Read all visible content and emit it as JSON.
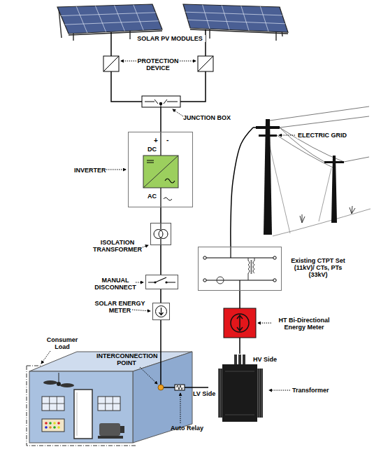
{
  "diagram": {
    "nodes": [
      {
        "text": [
          "SOLAR PV MODULES"
        ]
      },
      {
        "text": [
          "PROTECTION DEVICE"
        ]
      },
      {
        "text": [
          "JUNCTION BOX"
        ]
      },
      {
        "text": [
          "INVERTER",
          "+",
          "-",
          "DC",
          "AC"
        ]
      },
      {
        "text": [
          "ISOLATION TRANSFORMER"
        ]
      },
      {
        "text": [
          "MANUAL DISCONNECT"
        ]
      },
      {
        "text": [
          "SOLAR ENERGY METER"
        ]
      },
      {
        "text": [
          "ELECTRIC GRID"
        ]
      },
      {
        "text": [
          "Existing CTPT Set (11kV)/ CTs, PTs (33kV)"
        ]
      },
      {
        "text": [
          "HT Bi-Directional Energy Meter"
        ]
      },
      {
        "text": [
          "HV Side",
          "Transformer",
          "LV Side"
        ]
      },
      {
        "text": [
          "Consumer Load",
          "INTERCONNECTION POINT",
          "Auto Relay"
        ]
      }
    ],
    "edges": [
      {
        "from": 0,
        "to": 1,
        "arrow": "none"
      },
      {
        "from": 1,
        "to": 2,
        "arrow": "none"
      },
      {
        "from": 2,
        "to": 3,
        "arrow": "none"
      },
      {
        "from": 3,
        "to": 4,
        "arrow": "none"
      },
      {
        "from": 4,
        "to": 5,
        "arrow": "none"
      },
      {
        "from": 5,
        "to": 6,
        "arrow": "none"
      },
      {
        "from": 6,
        "to": 11,
        "arrow": "none"
      },
      {
        "from": 7,
        "to": 8,
        "arrow": "none"
      },
      {
        "from": 8,
        "to": 9,
        "arrow": "none"
      },
      {
        "from": 9,
        "to": 10,
        "arrow": "none"
      },
      {
        "from": 10,
        "to": 11,
        "arrow": "none"
      }
    ]
  }
}
